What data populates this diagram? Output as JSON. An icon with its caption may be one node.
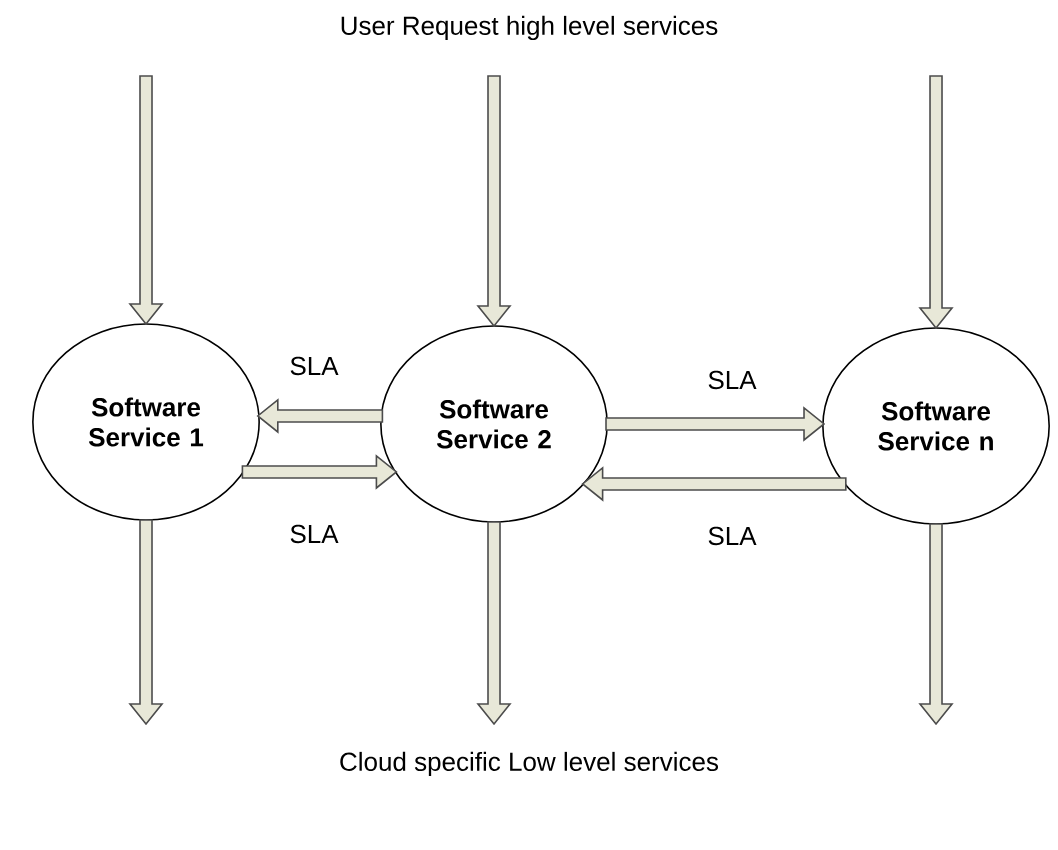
{
  "diagram": {
    "title": "User Request high level services",
    "caption": "Cloud specific Low level services",
    "nodes": [
      {
        "text": [
          "Software Service 1"
        ]
      },
      {
        "text": [
          "Software Service 2"
        ]
      },
      {
        "text": [
          "Software Service n"
        ]
      }
    ],
    "edges": [
      {
        "from": null,
        "to": 0,
        "arrow": "to"
      },
      {
        "from": null,
        "to": 1,
        "arrow": "to"
      },
      {
        "from": null,
        "to": 2,
        "arrow": "to"
      },
      {
        "from": 0,
        "to": null,
        "arrow": "to"
      },
      {
        "from": 1,
        "to": null,
        "arrow": "to"
      },
      {
        "from": 2,
        "to": null,
        "arrow": "to"
      },
      {
        "from": 1,
        "to": 0,
        "arrow": "to",
        "label": "SLA"
      },
      {
        "from": 0,
        "to": 1,
        "arrow": "to",
        "label": "SLA"
      },
      {
        "from": 1,
        "to": 2,
        "arrow": "to",
        "label": "SLA"
      },
      {
        "from": 2,
        "to": 1,
        "arrow": "to",
        "label": "SLA"
      }
    ]
  }
}
